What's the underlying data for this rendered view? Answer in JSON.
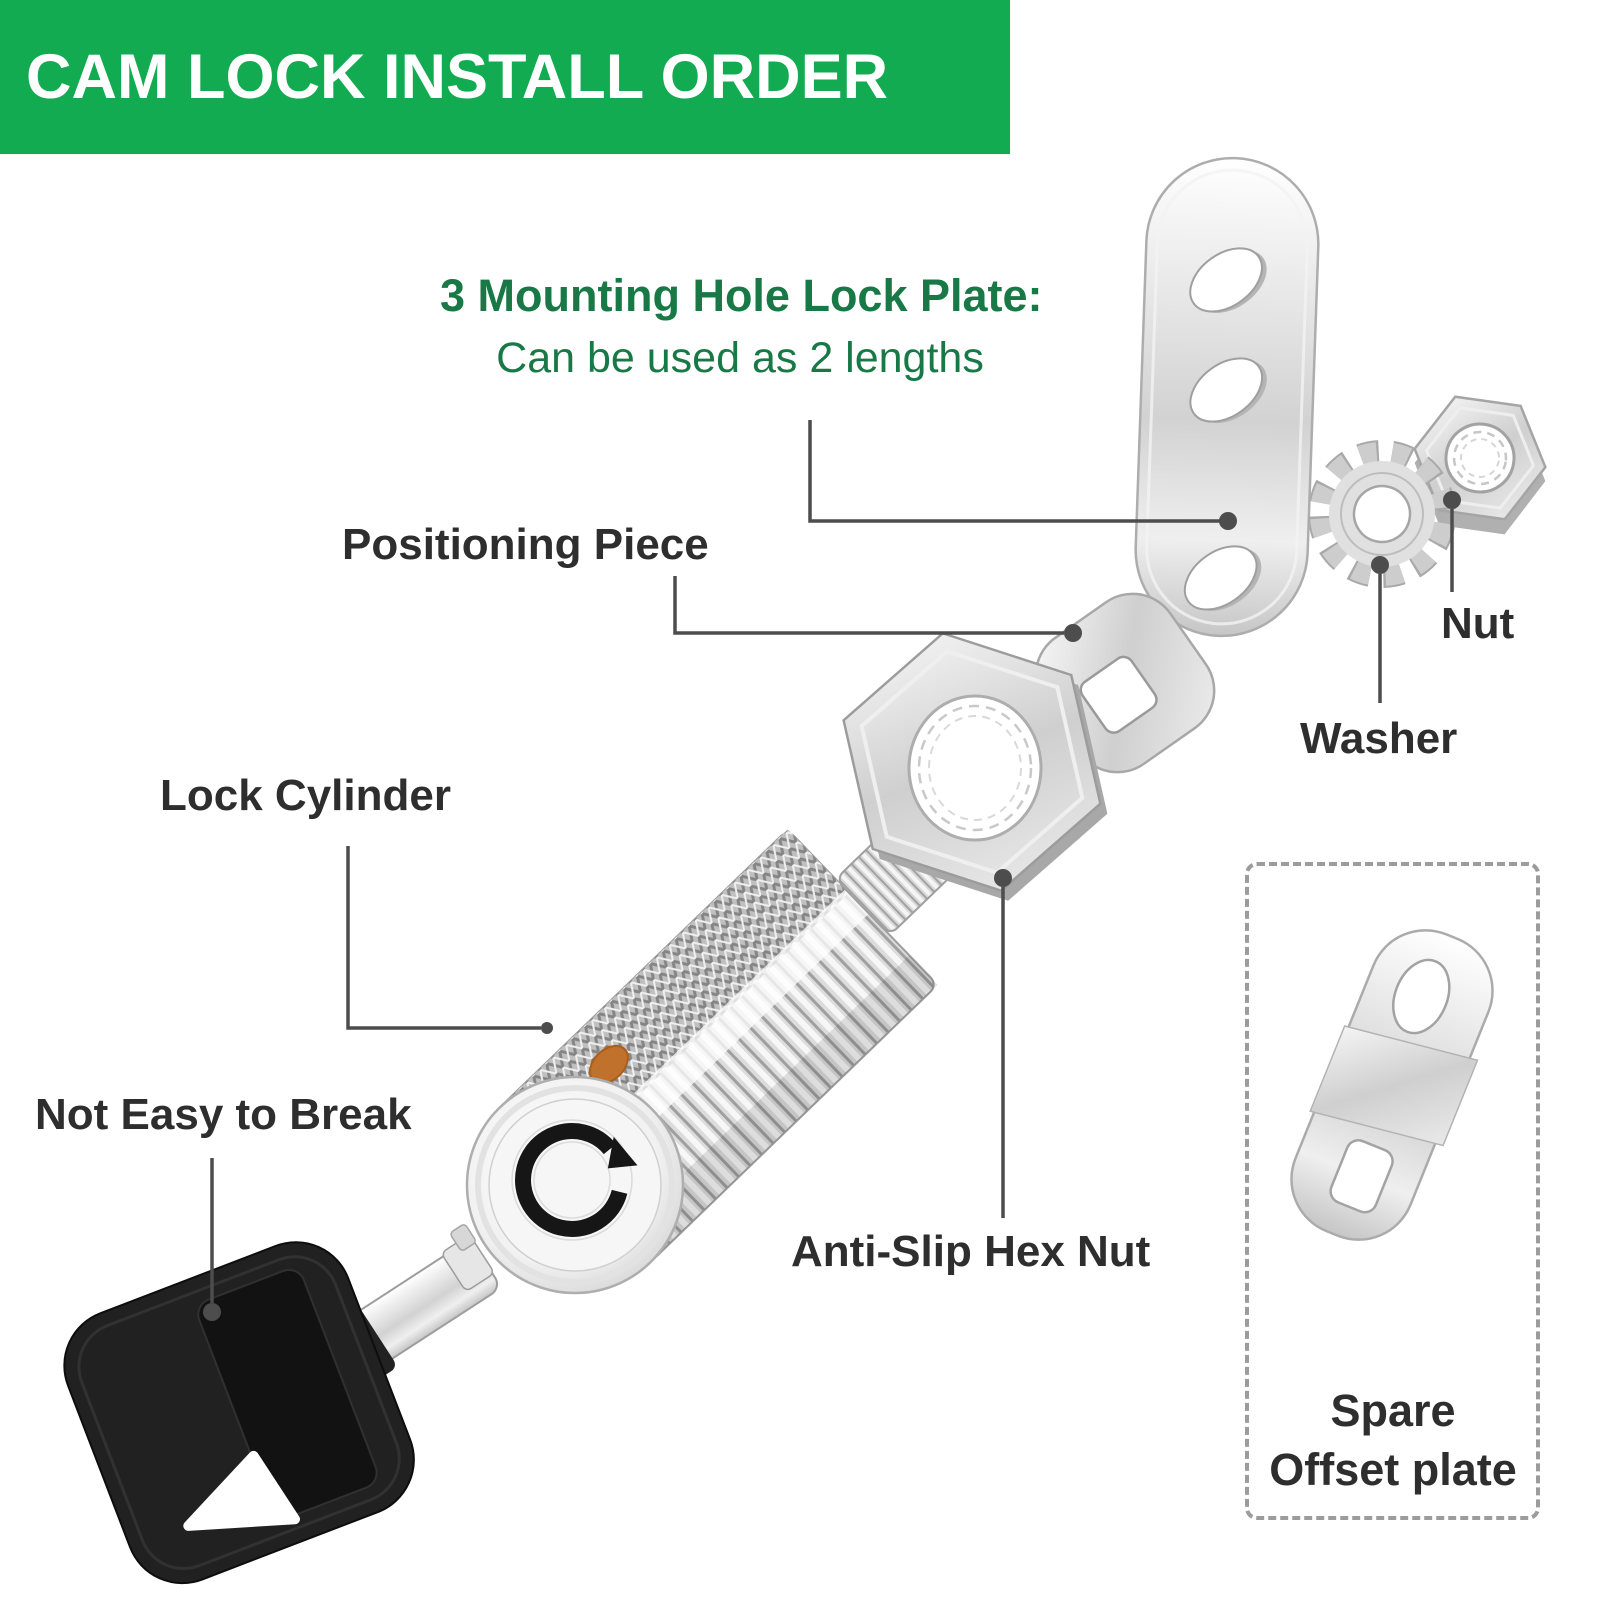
{
  "banner": {
    "title": "CAM LOCK INSTALL ORDER"
  },
  "callouts": {
    "plate_title": "3 Mounting Hole Lock Plate:",
    "plate_note": "Can be used as 2 lengths",
    "positioning_piece": "Positioning Piece",
    "lock_cylinder": "Lock Cylinder",
    "key_feature": "Not Easy to Break",
    "anti_slip_hex_nut": "Anti-Slip Hex Nut",
    "nut": "Nut",
    "washer": "Washer"
  },
  "spare_box": {
    "line1": "Spare",
    "line2": "Offset plate"
  },
  "parts": [
    "three-hole-lock-plate",
    "positioning-piece",
    "anti-slip-hex-nut",
    "lock-cylinder",
    "tubular-key",
    "star-washer",
    "hex-nut",
    "spare-offset-plate"
  ],
  "colors": {
    "banner_bg": "#12AB51",
    "banner_text": "#FFFFFF",
    "heading_green": "#187947",
    "label_dark": "#2E2E2E",
    "pointer": "#4D4D4D",
    "box_border": "#9C9C9C",
    "key_black": "#212121",
    "metal_silver": "#D9D9D9",
    "cam_dot_orange": "#C0722C"
  }
}
